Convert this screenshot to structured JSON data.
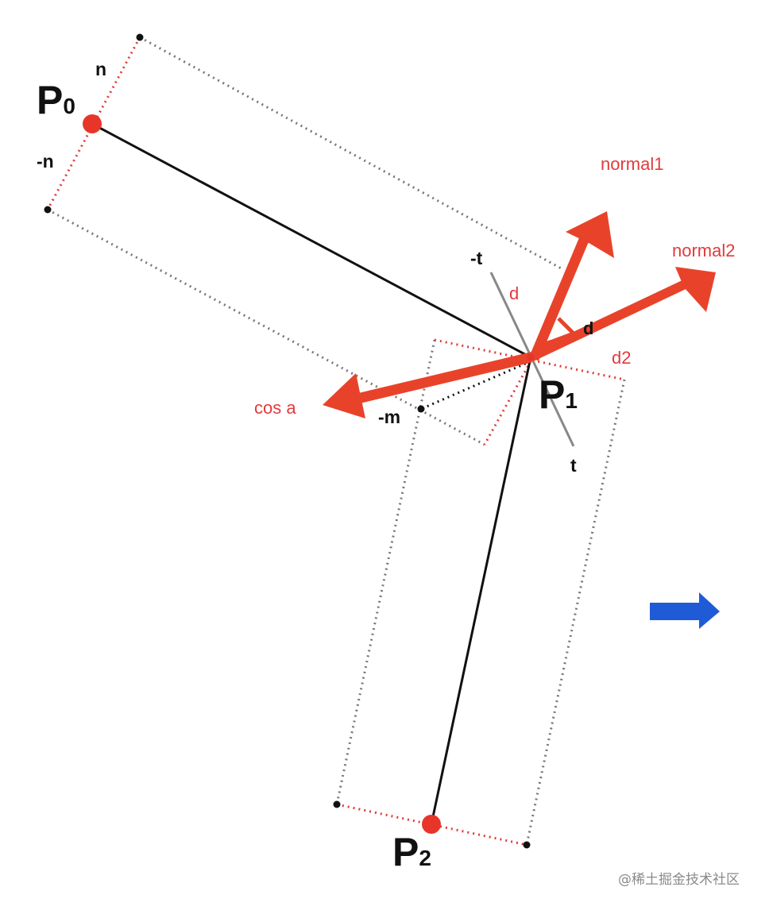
{
  "points": {
    "p0": {
      "base": "P",
      "sub": "0"
    },
    "p1": {
      "base": "P",
      "sub": "1"
    },
    "p2": {
      "base": "P",
      "sub": "2"
    }
  },
  "labels": {
    "n": "n",
    "neg_n": "-n",
    "neg_t": "-t",
    "t": "t",
    "neg_m": "-m",
    "d": "d",
    "d_hidden": "d",
    "d2": "d2",
    "normal1": "normal1",
    "normal2": "normal2",
    "cos_a": "cos a"
  },
  "watermark": "@稀土掘金技术社区",
  "colors": {
    "background": "#f3f3f3",
    "canvas": "#ffffff",
    "segment": "#111111",
    "outline_dotted": "#777777",
    "edge_dotted": "#e23b3b",
    "arrow": "#e8432a",
    "label_red": "#e23b3b",
    "point": "#e8352a",
    "indicator_arrow": "#1f5bd6",
    "tangent_line": "#888888"
  },
  "icons": {
    "indicator": "right-arrow-icon"
  }
}
